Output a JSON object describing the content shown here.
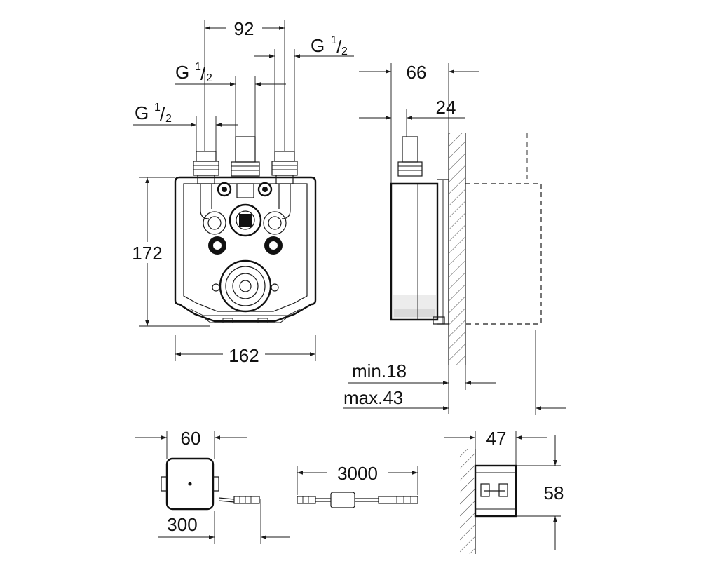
{
  "dimensions": {
    "width_top": "92",
    "thread_right": {
      "main": "G",
      "numerator": "1",
      "denominator": "2"
    },
    "thread_middle": {
      "main": "G",
      "numerator": "1",
      "denominator": "2"
    },
    "thread_left": {
      "main": "G",
      "numerator": "1",
      "denominator": "2"
    },
    "height_box": "172",
    "width_box": "162",
    "depth_total": "66",
    "depth_valve": "24",
    "wall_min": "min.18",
    "wall_max": "max.43",
    "battery_width": "60",
    "cable_short": "300",
    "cable_long": "3000",
    "battery_depth": "47",
    "battery_height": "58"
  }
}
